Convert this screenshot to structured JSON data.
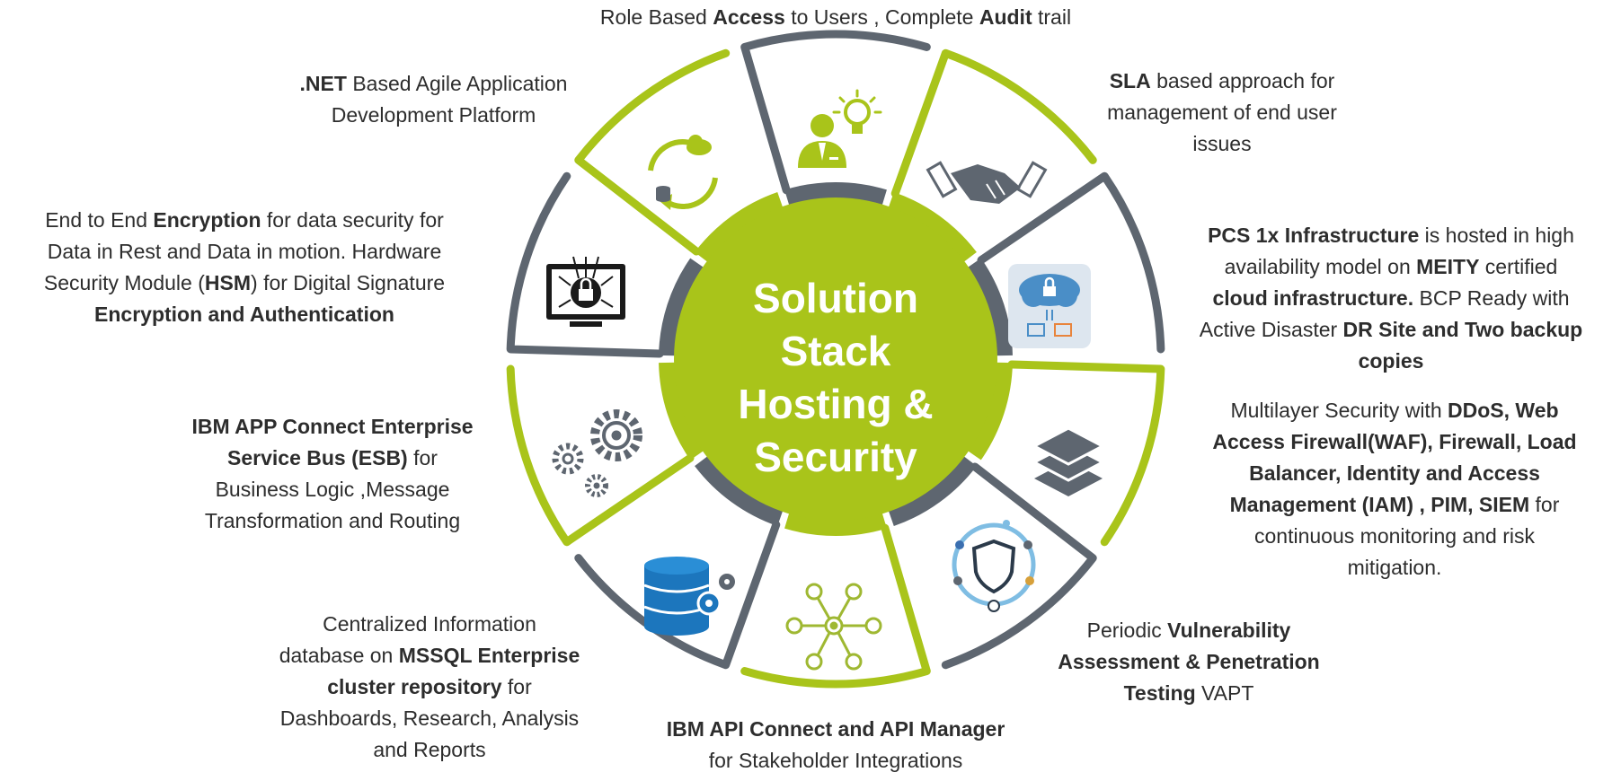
{
  "center": {
    "lines": [
      "Solution",
      "Stack",
      "Hosting &",
      "Security"
    ]
  },
  "colors": {
    "accent_green": "#a9c41a",
    "accent_gray": "#5e6670",
    "text": "#2d2d2d"
  },
  "segments": [
    {
      "id": "access",
      "icon": "user-lightbulb-icon",
      "align": "center",
      "lines": [
        [
          {
            "t": "Role Based "
          },
          {
            "t": "Access",
            "b": true
          },
          {
            "t": " to Users , Complete "
          },
          {
            "t": "Audit",
            "b": true
          },
          {
            "t": " trail"
          }
        ]
      ]
    },
    {
      "id": "sla",
      "icon": "handshake-icon",
      "align": "center",
      "lines": [
        [
          {
            "t": "SLA",
            "b": true
          },
          {
            "t": " based approach for"
          }
        ],
        [
          {
            "t": "management of end user"
          }
        ],
        [
          {
            "t": "issues"
          }
        ]
      ]
    },
    {
      "id": "infrastructure",
      "icon": "cloud-lock-icon",
      "align": "center",
      "lines": [
        [
          {
            "t": "PCS 1x Infrastructure",
            "b": true
          },
          {
            "t": " is hosted in high"
          }
        ],
        [
          {
            "t": "availability model on "
          },
          {
            "t": "MEITY",
            "b": true
          },
          {
            "t": " certified"
          }
        ],
        [
          {
            "t": "cloud infrastructure.",
            "b": true
          },
          {
            "t": " BCP Ready with"
          }
        ],
        [
          {
            "t": "Active Disaster "
          },
          {
            "t": "DR Site and Two backup",
            "b": true
          }
        ],
        [
          {
            "t": "copies",
            "b": true
          }
        ]
      ]
    },
    {
      "id": "multilayer",
      "icon": "layers-icon",
      "align": "center",
      "lines": [
        [
          {
            "t": "Multilayer Security with "
          },
          {
            "t": "DDoS, Web",
            "b": true
          }
        ],
        [
          {
            "t": "Access Firewall(WAF), Firewall, Load",
            "b": true
          }
        ],
        [
          {
            "t": "Balancer, Identity and Access",
            "b": true
          }
        ],
        [
          {
            "t": "Management (IAM) , PIM, SIEM",
            "b": true
          },
          {
            "t": " for"
          }
        ],
        [
          {
            "t": "continuous monitoring and risk"
          }
        ],
        [
          {
            "t": "mitigation."
          }
        ]
      ]
    },
    {
      "id": "vapt",
      "icon": "shield-network-icon",
      "align": "center",
      "lines": [
        [
          {
            "t": "Periodic "
          },
          {
            "t": "Vulnerability",
            "b": true
          }
        ],
        [
          {
            "t": "Assessment & Penetration",
            "b": true
          }
        ],
        [
          {
            "t": "Testing",
            "b": true
          },
          {
            "t": " VAPT"
          }
        ]
      ]
    },
    {
      "id": "api",
      "icon": "api-hub-icon",
      "align": "center",
      "lines": [
        [
          {
            "t": "IBM API Connect and API Manager",
            "b": true
          }
        ],
        [
          {
            "t": "for Stakeholder Integrations"
          }
        ]
      ]
    },
    {
      "id": "database",
      "icon": "database-gear-icon",
      "align": "center",
      "lines": [
        [
          {
            "t": "Centralized Information"
          }
        ],
        [
          {
            "t": "database on "
          },
          {
            "t": "MSSQL Enterprise",
            "b": true
          }
        ],
        [
          {
            "t": "cluster repository",
            "b": true
          },
          {
            "t": " for"
          }
        ],
        [
          {
            "t": "Dashboards, Research, Analysis"
          }
        ],
        [
          {
            "t": "and Reports"
          }
        ]
      ]
    },
    {
      "id": "esb",
      "icon": "gears-icon",
      "align": "center",
      "lines": [
        [
          {
            "t": "IBM APP Connect Enterprise",
            "b": true
          }
        ],
        [
          {
            "t": "Service Bus (ESB)",
            "b": true
          },
          {
            "t": " for"
          }
        ],
        [
          {
            "t": "Business Logic ,Message"
          }
        ],
        [
          {
            "t": "Transformation and Routing"
          }
        ]
      ]
    },
    {
      "id": "encryption",
      "icon": "monitor-lock-icon",
      "align": "center",
      "lines": [
        [
          {
            "t": "End to End "
          },
          {
            "t": "Encryption",
            "b": true
          },
          {
            "t": " for data security for"
          }
        ],
        [
          {
            "t": "Data in Rest and Data in motion. Hardware"
          }
        ],
        [
          {
            "t": "Security Module ("
          },
          {
            "t": "HSM",
            "b": true
          },
          {
            "t": ") for Digital Signature"
          }
        ],
        [
          {
            "t": "Encryption and Authentication",
            "b": true
          }
        ]
      ]
    },
    {
      "id": "dotnet",
      "icon": "cloud-sync-icon",
      "align": "center",
      "lines": [
        [
          {
            "t": ".NET",
            "b": true
          },
          {
            "t": " Based Agile Application"
          }
        ],
        [
          {
            "t": "Development Platform"
          }
        ]
      ]
    }
  ]
}
